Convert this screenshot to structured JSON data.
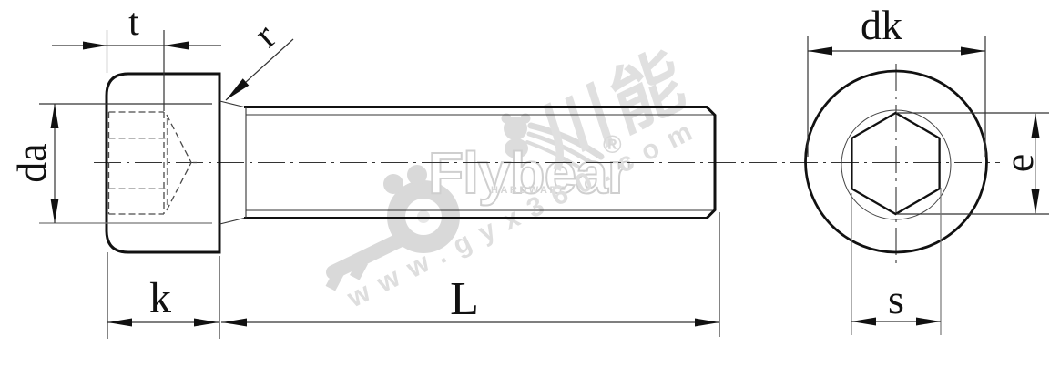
{
  "drawing": {
    "type": "technical-drawing",
    "subject": "hex-socket-head-cap-screw",
    "views": [
      "side-view",
      "end-view"
    ],
    "dimension_labels": {
      "t": "t",
      "r": "r",
      "da": "da",
      "k": "k",
      "L": "L",
      "dk": "dk",
      "e": "e",
      "s": "s"
    }
  },
  "watermark": {
    "brand": "Flybear",
    "tagline": "HARDWARE",
    "url": "www.gyx360.com",
    "cjk": "川能",
    "registered_mark": "®"
  },
  "colors": {
    "outline": "#111111",
    "thin_line": "#333333",
    "hidden_line": "#4a4a4a",
    "watermark_gray": "#d9d9d9",
    "background": "#ffffff"
  }
}
